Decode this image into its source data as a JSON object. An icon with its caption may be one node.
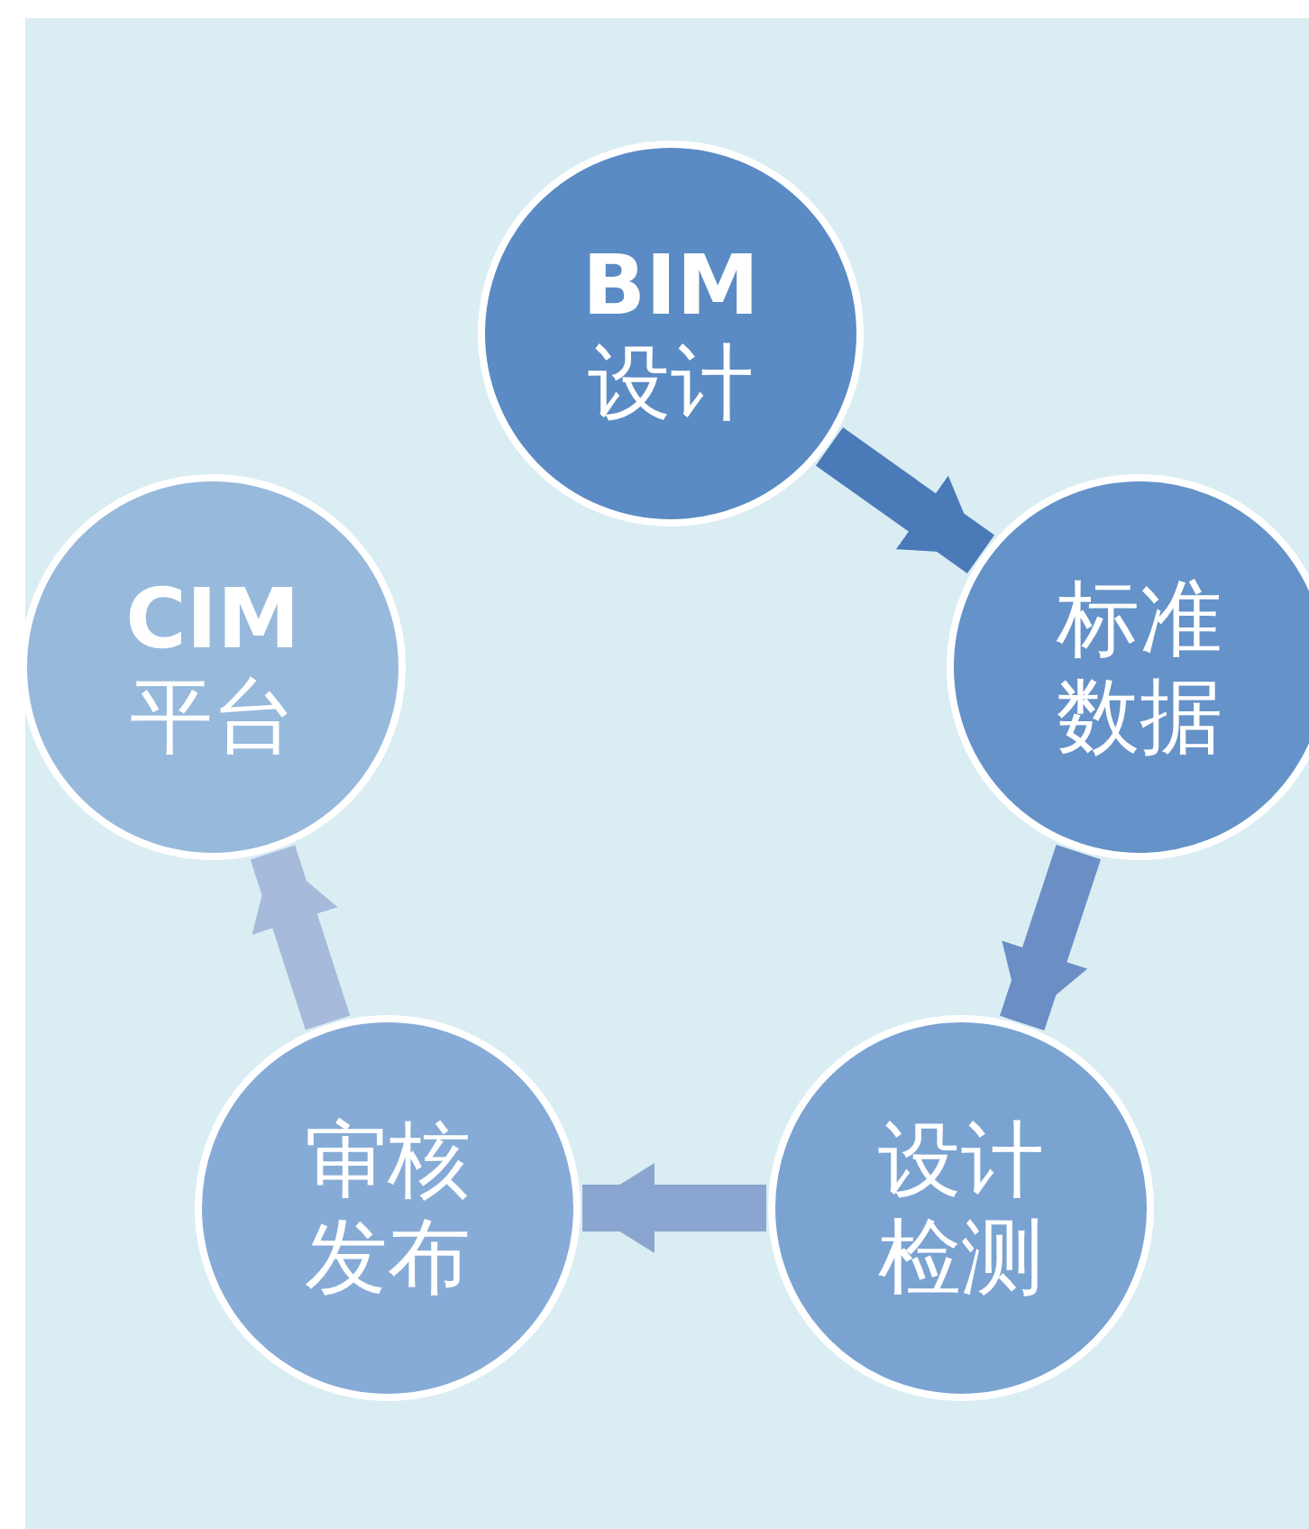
{
  "diagram": {
    "nodes": [
      {
        "text": [
          "BIM",
          "设计"
        ]
      },
      {
        "text": [
          "标准数据"
        ]
      },
      {
        "text": [
          "设计检测"
        ]
      },
      {
        "text": [
          "审核发布"
        ]
      },
      {
        "text": [
          "CIM",
          "平台"
        ]
      }
    ],
    "edges": [
      {
        "from": 0,
        "to": 1,
        "arrow": "to",
        "color": "#4a7ab8"
      },
      {
        "from": 1,
        "to": 2,
        "arrow": "to",
        "color": "#6b8fc4"
      },
      {
        "from": 2,
        "to": 3,
        "arrow": "to",
        "color": "#8aa6d0"
      },
      {
        "from": 3,
        "to": 4,
        "arrow": "to",
        "color": "#a6bbdc"
      }
    ]
  }
}
